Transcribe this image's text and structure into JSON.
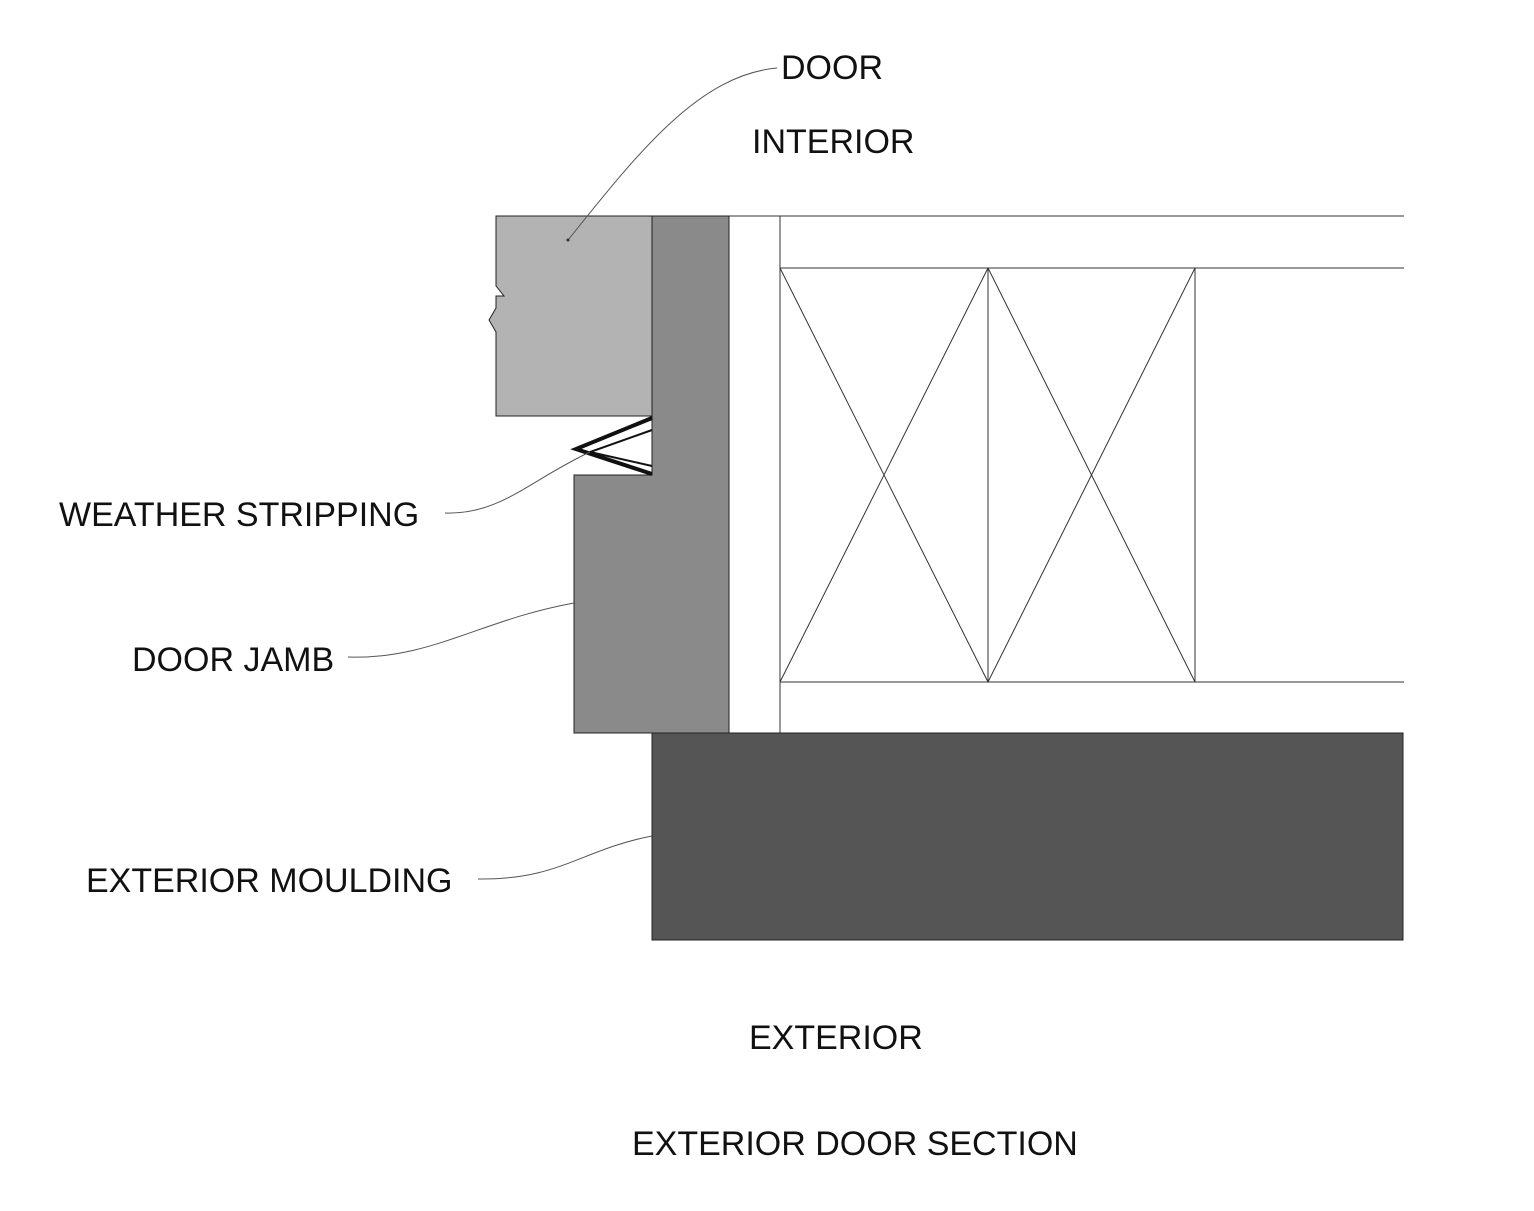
{
  "labels": {
    "door": "DOOR",
    "interior": "INTERIOR",
    "weather_stripping": "WEATHER STRIPPING",
    "door_jamb": "DOOR JAMB",
    "exterior_moulding": "EXTERIOR MOULDING",
    "exterior": "EXTERIOR",
    "title": "EXTERIOR DOOR SECTION"
  },
  "colors": {
    "door": "#b3b3b3",
    "door_jamb": "#8a8a8a",
    "exterior_moulding": "#555555",
    "weather_stripping": "#111111",
    "background": "#ffffff"
  }
}
